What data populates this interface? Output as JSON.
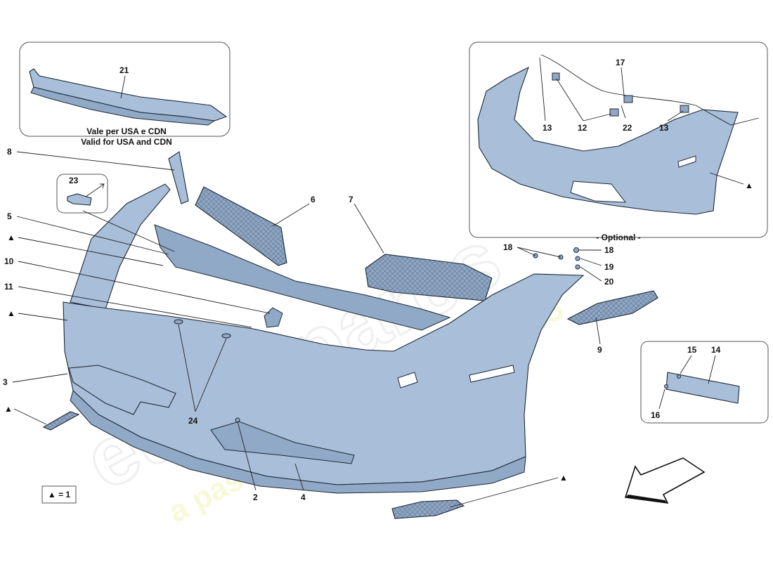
{
  "watermark": {
    "brand": "eurospares",
    "tagline": "a passion for parts since 1985"
  },
  "captions": {
    "usa_line1": "Vale per USA e CDN",
    "usa_line2": "Valid for USA and CDN",
    "optional": "- Optional -",
    "legend": "▲ = 1"
  },
  "callouts": {
    "c1": "21",
    "c2": "8",
    "c3": "23",
    "c4": "5",
    "c5": "▲",
    "c6": "10",
    "c7": "11",
    "c8": "▲",
    "c9": "3",
    "c10": "▲",
    "c11": "6",
    "c12": "7",
    "c13": "24",
    "c14": "2",
    "c15": "4",
    "c16": "▲",
    "c17": "18",
    "c18": "18",
    "c19": "19",
    "c20": "20",
    "c21": "9",
    "c22": "17",
    "c23": "13",
    "c24": "12",
    "c25": "22",
    "c26": "13",
    "c27": "▲",
    "c28": "15",
    "c29": "14",
    "c30": "16"
  }
}
